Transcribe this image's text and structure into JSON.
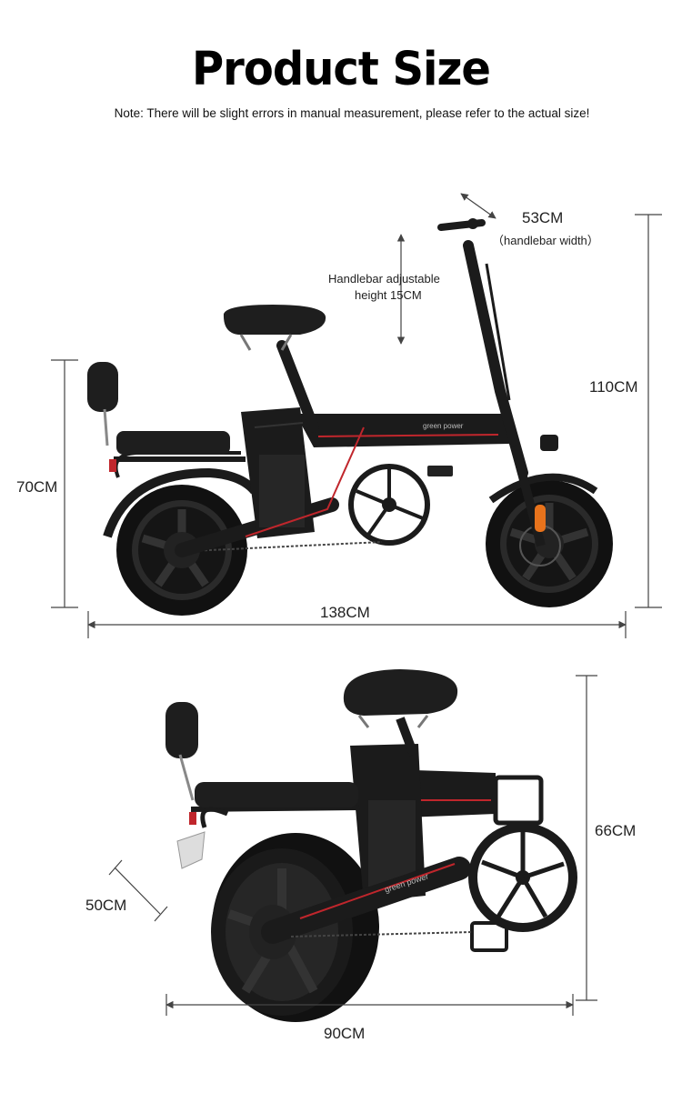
{
  "header": {
    "title": "Product Size",
    "note": "Note: There will be slight errors in manual measurement, please refer to the actual size!"
  },
  "side_view": {
    "handlebar_width": "53CM",
    "handlebar_width_caption": "（handlebar width）",
    "handlebar_adjust_line1": "Handlebar adjustable",
    "handlebar_adjust_line2": "height 15CM",
    "total_height": "110CM",
    "seat_height": "70CM",
    "length": "138CM",
    "brand_text": "green power"
  },
  "folded_view": {
    "height": "66CM",
    "width": "50CM",
    "length": "90CM",
    "brand_text": "green power"
  },
  "colors": {
    "frame": "#1b1b1b",
    "accent_red": "#c0262c",
    "accent_orange": "#e8731c",
    "dimension_line": "#444444"
  }
}
